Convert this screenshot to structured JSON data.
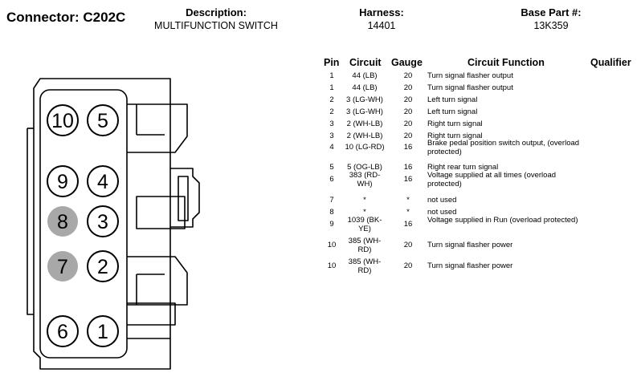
{
  "header": {
    "connector_label": "Connector:",
    "connector_id": "C202C",
    "description_label": "Description:",
    "description_value": "MULTIFUNCTION SWITCH",
    "harness_label": "Harness:",
    "harness_value": "14401",
    "base_part_label": "Base Part #:",
    "base_part_value": "13K359"
  },
  "table": {
    "columns": [
      "Pin",
      "Circuit",
      "Gauge",
      "Circuit Function",
      "Qualifier"
    ],
    "rows": [
      {
        "pin": "1",
        "circuit": "44 (LB)",
        "gauge": "20",
        "function": "Turn signal flasher output"
      },
      {
        "pin": "1",
        "circuit": "44 (LB)",
        "gauge": "20",
        "function": "Turn signal flasher output"
      },
      {
        "pin": "2",
        "circuit": "3 (LG-WH)",
        "gauge": "20",
        "function": "Left turn signal"
      },
      {
        "pin": "2",
        "circuit": "3 (LG-WH)",
        "gauge": "20",
        "function": "Left turn signal"
      },
      {
        "pin": "3",
        "circuit": "2 (WH-LB)",
        "gauge": "20",
        "function": "Right turn signal"
      },
      {
        "pin": "3",
        "circuit": "2 (WH-LB)",
        "gauge": "20",
        "function": "Right turn signal"
      },
      {
        "pin": "4",
        "circuit": "10 (LG-RD)",
        "gauge": "16",
        "function": "Brake pedal position switch output, (overload protected)"
      },
      {
        "pin": "5",
        "circuit": "5 (OG-LB)",
        "gauge": "16",
        "function": "Right rear turn signal"
      },
      {
        "pin": "6",
        "circuit": "383 (RD-WH)",
        "gauge": "16",
        "function": "Voltage supplied at all times (overload protected)"
      },
      {
        "pin": "7",
        "circuit": "*",
        "gauge": "*",
        "function": "not used"
      },
      {
        "pin": "8",
        "circuit": "*",
        "gauge": "*",
        "function": "not used"
      },
      {
        "pin": "9",
        "circuit": "1039 (BK-YE)",
        "gauge": "16",
        "function": "Voltage supplied in Run (overload protected)"
      },
      {
        "pin": "10",
        "circuit": "385 (WH-RD)",
        "gauge": "20",
        "function": "Turn signal flasher power"
      },
      {
        "pin": "10",
        "circuit": "385 (WH-RD)",
        "gauge": "20",
        "function": "Turn signal flasher power"
      }
    ]
  },
  "connector": {
    "pins": [
      {
        "label": "10",
        "unused": false
      },
      {
        "label": "5",
        "unused": false
      },
      {
        "label": "9",
        "unused": false
      },
      {
        "label": "4",
        "unused": false
      },
      {
        "label": "8",
        "unused": true
      },
      {
        "label": "3",
        "unused": false
      },
      {
        "label": "7",
        "unused": true
      },
      {
        "label": "2",
        "unused": false
      },
      {
        "label": "6",
        "unused": false
      },
      {
        "label": "1",
        "unused": false
      }
    ],
    "colors": {
      "used_fill": "#ffffff",
      "unused_fill": "#a8a8a8",
      "stroke": "#000000"
    }
  }
}
